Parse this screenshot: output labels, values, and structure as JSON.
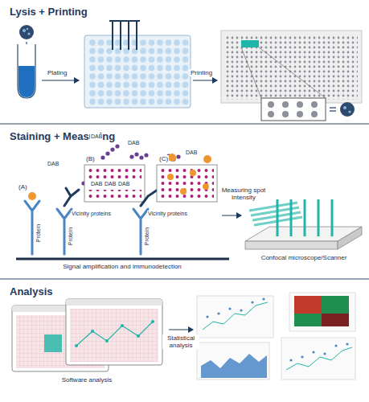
{
  "diagram": {
    "nodes": [
      {
        "text": [
          "Lysis + Printing"
        ]
      },
      {
        "text": [
          "Staining + Measuring"
        ]
      },
      {
        "text": [
          "Analysis"
        ]
      }
    ],
    "labels": [
      "Plating",
      "Printing",
      "(A)",
      "(B)",
      "(C)",
      "DAB",
      "DAB",
      "DAB",
      "DAB",
      "DAB",
      "DAB",
      "DAB",
      "Vicinity proteins",
      "Vicinity proteins",
      "Protein",
      "Protein",
      "Protein",
      "Measuring spot Intensity",
      "Signal amplification and immunodetection",
      "Confocal microscope/Scanner",
      "Software analysis",
      "Statistical analysis"
    ]
  }
}
